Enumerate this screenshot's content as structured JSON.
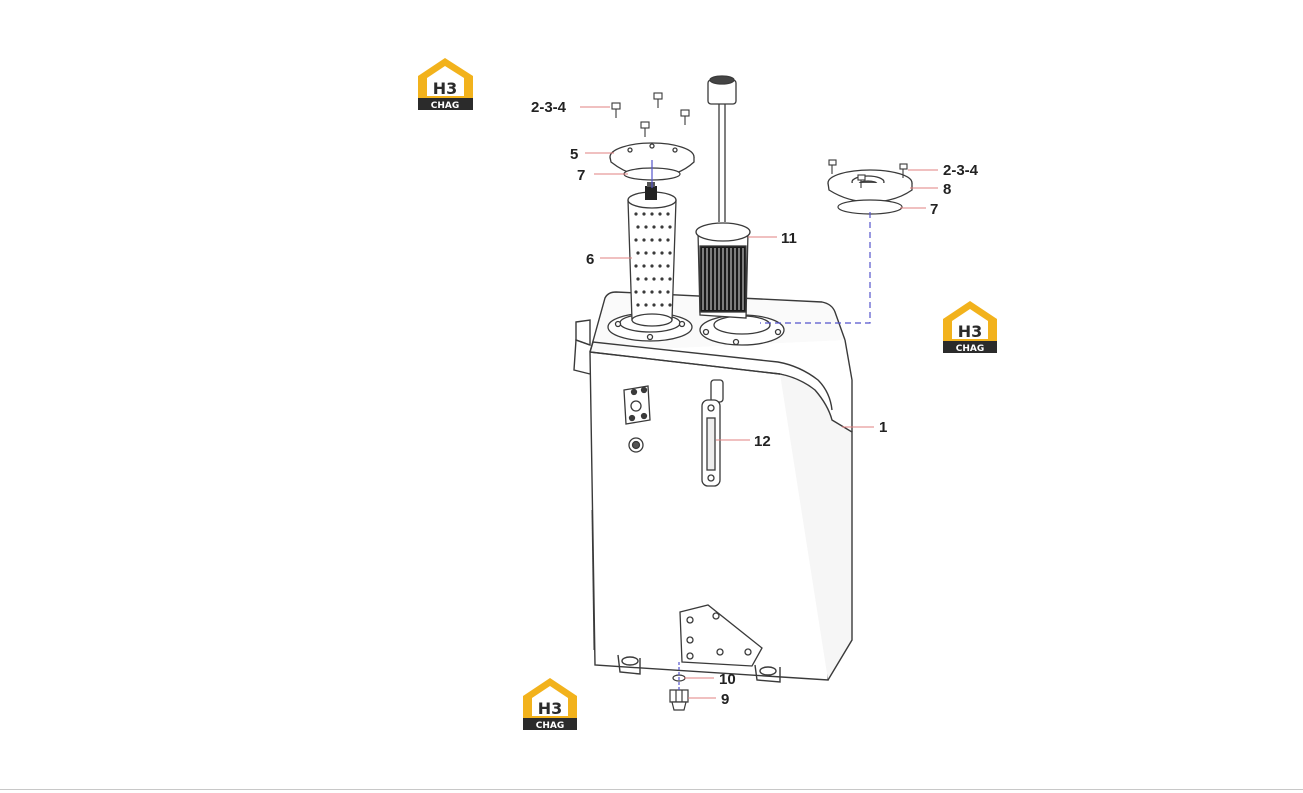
{
  "logo": {
    "mark": "H3",
    "brand": "CHAG"
  },
  "callouts": {
    "c_234_left": "2-3-4",
    "c_234_right": "2-3-4",
    "c_5": "5",
    "c_7_left": "7",
    "c_7_right": "7",
    "c_8": "8",
    "c_6": "6",
    "c_11": "11",
    "c_12": "12",
    "c_1": "1",
    "c_10": "10",
    "c_9": "9"
  },
  "colors": {
    "line": "#3a3a3a",
    "leader": "#e08080",
    "center_line": "#5555cc",
    "logo_yellow": "#f2b21c",
    "logo_dark": "#2b2b2b"
  }
}
